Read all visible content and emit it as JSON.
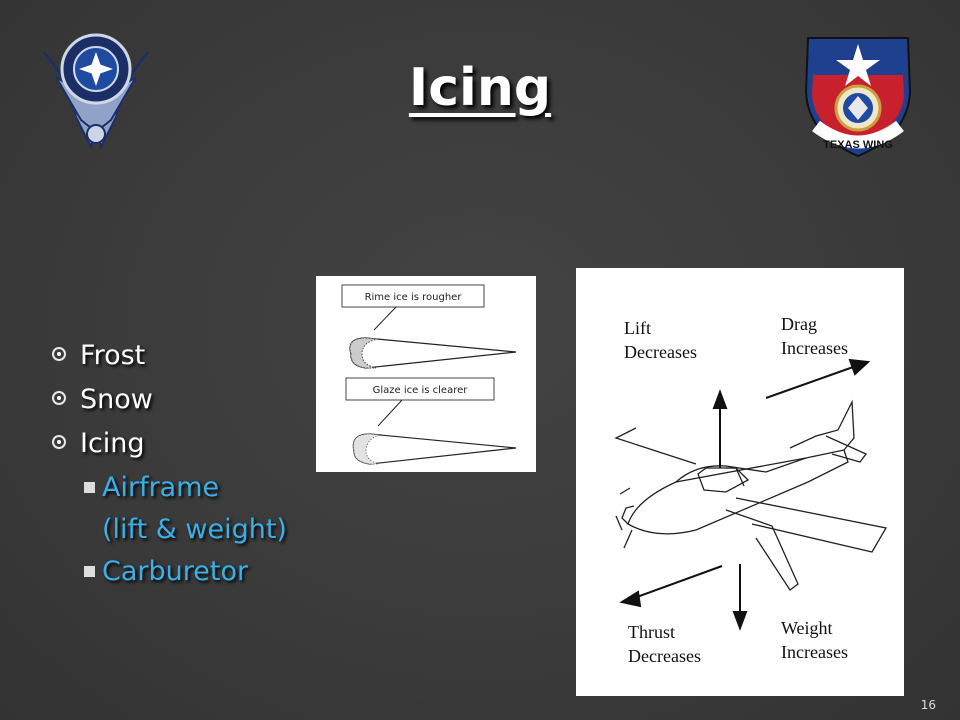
{
  "slide": {
    "title": "Icing",
    "page_number": "16"
  },
  "bullets": [
    {
      "text": "Frost",
      "level": 1
    },
    {
      "text": "Snow",
      "level": 1
    },
    {
      "text": "Icing",
      "level": 1
    },
    {
      "text": "Airframe",
      "level": 2
    },
    {
      "text": "(lift & weight)",
      "level": 2
    },
    {
      "text": "Carburetor",
      "level": 2
    }
  ],
  "ice_figure": {
    "rime_caption": "Rime ice is rougher",
    "glaze_caption": "Glaze ice is clearer"
  },
  "aircraft_figure": {
    "lift_line1": "Lift",
    "lift_line2": "Decreases",
    "drag_line1": "Drag",
    "drag_line2": "Increases",
    "thrust_line1": "Thrust",
    "thrust_line2": "Decreases",
    "weight_line1": "Weight",
    "weight_line2": "Increases"
  },
  "logos": {
    "left": "air-force-cap-emblem",
    "right_text": "TEXAS WING"
  },
  "colors": {
    "background": "#3a3a3a",
    "level2_text": "#3ab0e8",
    "title": "#ffffff"
  }
}
